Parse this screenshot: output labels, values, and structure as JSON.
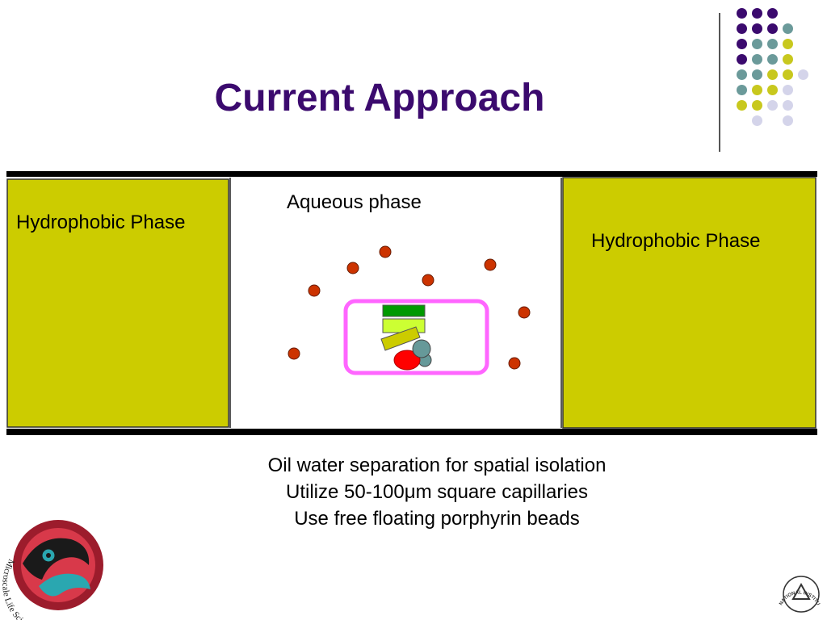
{
  "slide": {
    "title": "Current Approach"
  },
  "diagram": {
    "left_phase_label": "Hydrophobic Phase",
    "right_phase_label": "Hydrophobic Phase",
    "center_phase_label": "Aqueous phase"
  },
  "caption": {
    "lines": [
      "Oil water separation for spatial isolation",
      "Utilize 50-100μm square capillaries",
      "Use free floating porphyrin beads"
    ]
  },
  "logos": {
    "left_logo_text": "Microscale Life Sciences Center",
    "right_logo_text": "NATIONAL INSTITUTES OF HEALTH"
  },
  "colors": {
    "title": "#3b0a6e",
    "hydrophobic_fill": "#cccc00",
    "particle": "#cc3300",
    "capsule_border": "#ff66ff",
    "dark_green_bar": "#009900",
    "light_green_bar": "#ccff33",
    "red_blob": "#ff0000",
    "teal_blob": "#669999",
    "dot_purple": "#3b0a6e",
    "dot_teal": "#6b9a9a",
    "dot_yellow": "#c8c81e",
    "dot_lilac": "#d4d4ea"
  }
}
